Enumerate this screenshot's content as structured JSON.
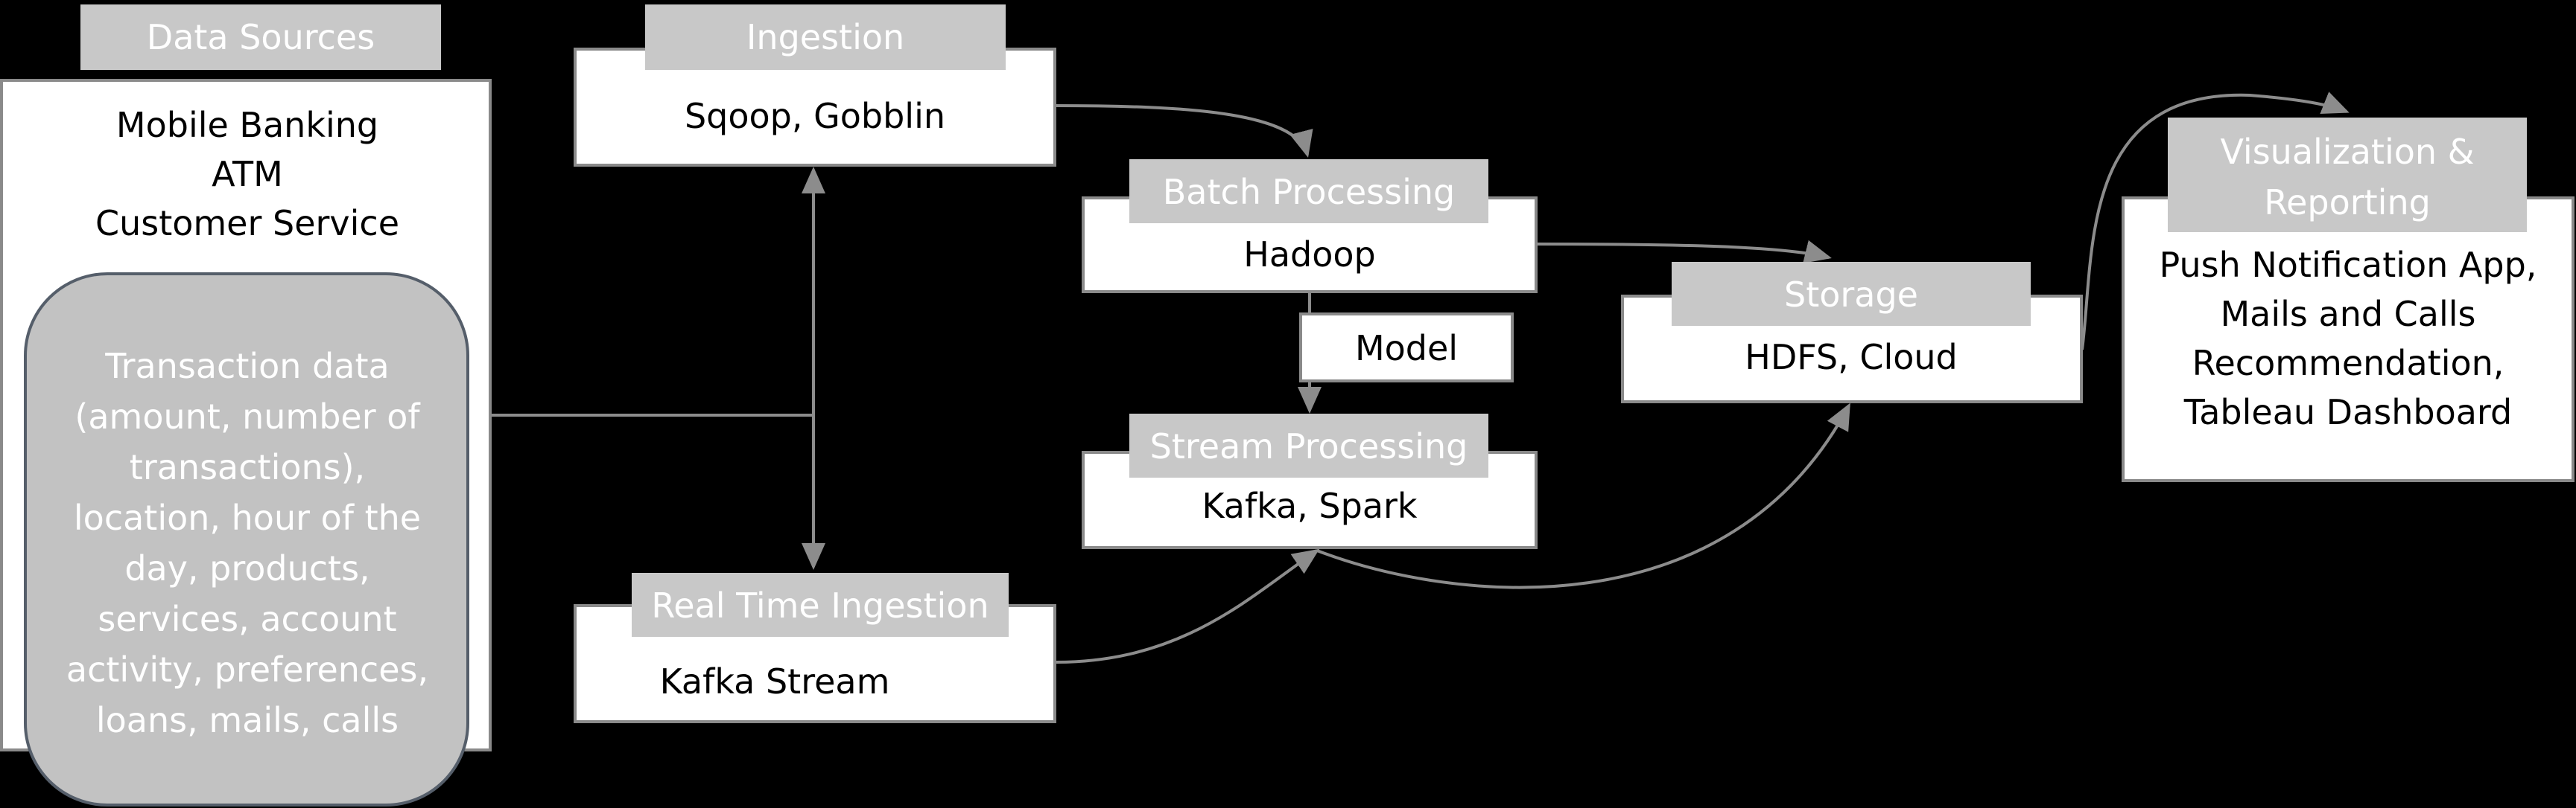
{
  "diagram": {
    "data_sources": {
      "title": "Data Sources",
      "lines": [
        "Mobile Banking",
        "ATM",
        "Customer Service"
      ],
      "detail_lines": [
        "Transaction data",
        "(amount, number of",
        "transactions),",
        "location, hour of the",
        "day, products,",
        "services, account",
        "activity, preferences,",
        "loans, mails, calls"
      ]
    },
    "ingestion": {
      "title": "Ingestion",
      "body": "Sqoop, Gobblin"
    },
    "real_time_ingestion": {
      "title": "Real Time Ingestion",
      "body": "Kafka Stream"
    },
    "batch_processing": {
      "title": "Batch Processing",
      "body": "Hadoop"
    },
    "model": {
      "body": "Model"
    },
    "stream_processing": {
      "title": "Stream Processing",
      "body": "Kafka, Spark"
    },
    "storage": {
      "title": "Storage",
      "body": "HDFS, Cloud"
    },
    "visualization": {
      "title_lines": [
        "Visualization &",
        "Reporting"
      ],
      "lines": [
        "Push Notification App,",
        "Mails and Calls",
        "Recommendation,",
        "Tableau Dashboard"
      ]
    }
  },
  "colors": {
    "background": "#000000",
    "box_fill": "#ffffff",
    "tab_fill": "#c8c8c8",
    "rounded_fill": "#c2c2c2",
    "connector": "#8c8c8c"
  }
}
